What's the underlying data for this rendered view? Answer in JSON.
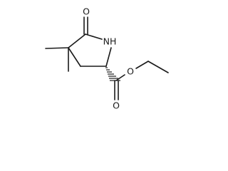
{
  "molecule": {
    "atoms": {
      "carbonyl_o_ring": "O",
      "ring_nh": "NH",
      "ester_o_double": "O",
      "ester_o_single": "O"
    }
  }
}
